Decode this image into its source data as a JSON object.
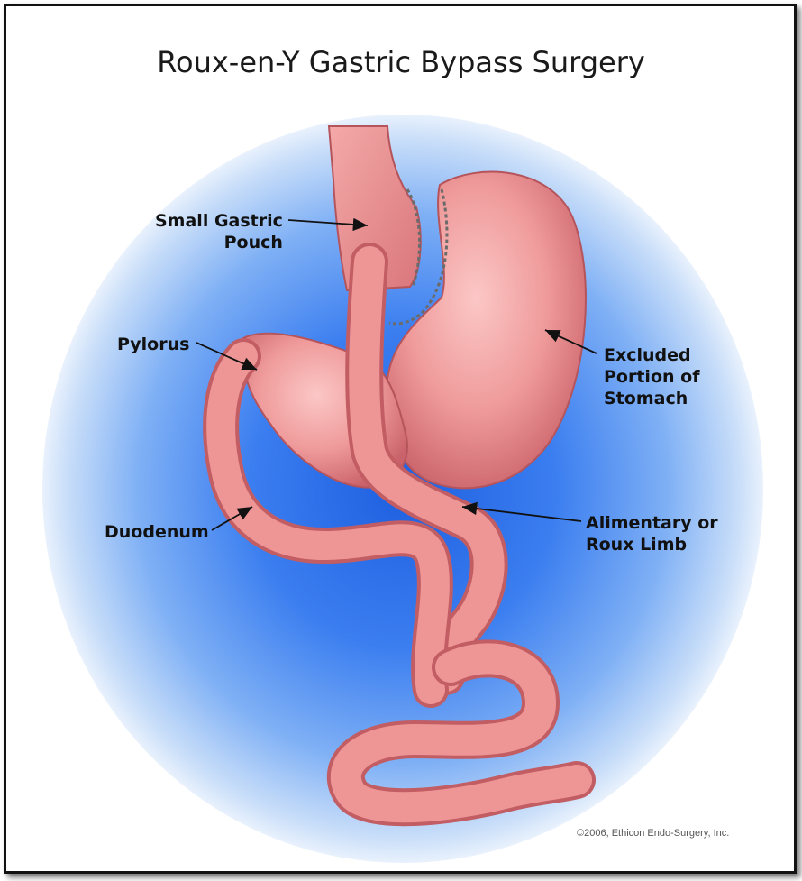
{
  "title": "Roux-en-Y Gastric Bypass Surgery",
  "labels": {
    "small_gastric_pouch": [
      "Small Gastric",
      "Pouch"
    ],
    "pylorus": "Pylorus",
    "excluded_stomach": [
      "Excluded",
      "Portion of",
      "Stomach"
    ],
    "duodenum": "Duodenum",
    "roux_limb": [
      "Alimentary or",
      "Roux Limb"
    ]
  },
  "copyright": "©2006, Ethicon Endo-Surgery, Inc.",
  "colors": {
    "background_glow": "#1e5fe0",
    "tissue": "#e9878a",
    "tissue_dark": "#c25d63",
    "staples": "#6b6b6b"
  }
}
